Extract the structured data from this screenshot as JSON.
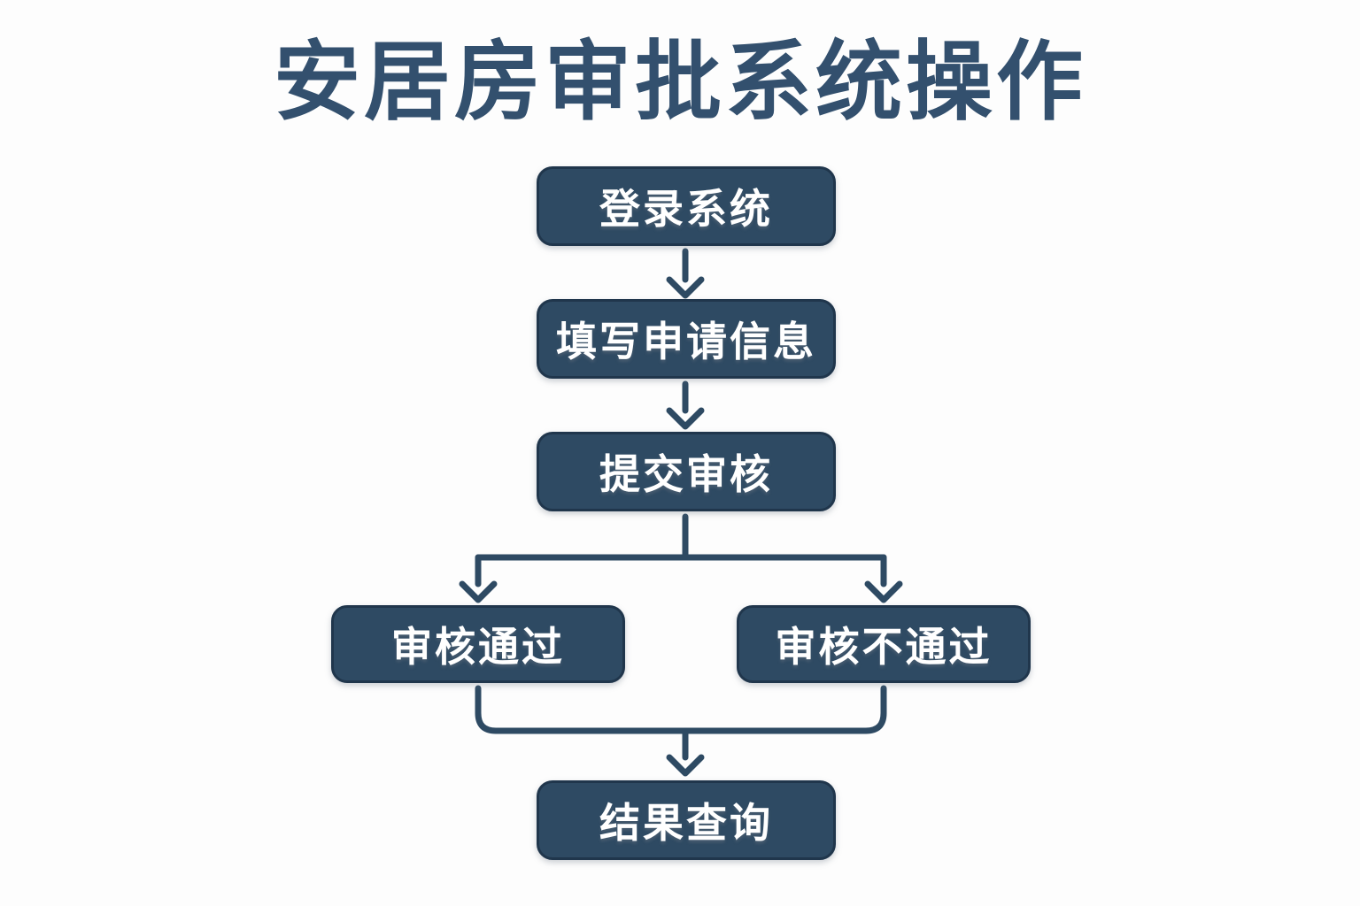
{
  "title": "安居房审批系统操作",
  "colors": {
    "accent": "#2e4a63",
    "node_fill": "#2e4a63",
    "node_border": "#20364c",
    "node_text": "#ffffff",
    "title_text": "#33506e",
    "background": "#fdfdfd"
  },
  "nodes": {
    "login": {
      "label": "登录系统"
    },
    "fill": {
      "label": "填写申请信息"
    },
    "submit": {
      "label": "提交审核"
    },
    "pass": {
      "label": "审核通过"
    },
    "fail": {
      "label": "审核不通过"
    },
    "result": {
      "label": "结果查询"
    }
  },
  "edges": [
    {
      "from": "login",
      "to": "fill"
    },
    {
      "from": "fill",
      "to": "submit"
    },
    {
      "from": "submit",
      "to": "pass"
    },
    {
      "from": "submit",
      "to": "fail"
    },
    {
      "from": "pass",
      "to": "result"
    },
    {
      "from": "fail",
      "to": "result"
    }
  ]
}
